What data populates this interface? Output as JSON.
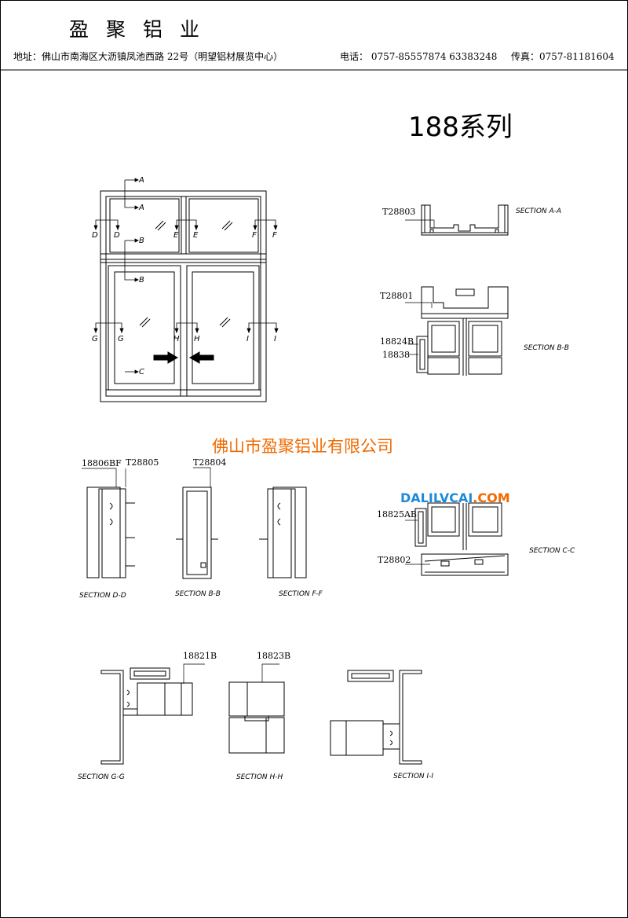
{
  "header": {
    "company": "盈聚铝业",
    "address": "地址：佛山市南海区大沥镇凤池西路 22号（明望铝材展览中心）",
    "phone": "电话：  0757-85557874   63383248",
    "fax": "传真：0757-81181604"
  },
  "series_title": "188系列",
  "watermark": "佛山市盈聚铝业有限公司",
  "website": {
    "part1": "DALILVCAI",
    "part2": ".COM"
  },
  "elevation": {
    "cut_labels": {
      "a_top": "A",
      "a_bottom": "A",
      "d_left": "D",
      "d_right": "D",
      "e_left": "E",
      "e_right": "E",
      "f_left": "F",
      "f_right": "F",
      "b_top": "B",
      "b_bottom": "B",
      "g_left": "G",
      "g_right": "G",
      "h_left": "H",
      "h_right": "H",
      "i_left": "I",
      "i_right": "I",
      "c": "C"
    }
  },
  "sections": {
    "aa": {
      "title": "SECTION A-A",
      "parts": [
        "T28803"
      ]
    },
    "bb_right": {
      "title": "SECTION B-B",
      "parts": [
        "T28801",
        "18824B",
        "18838"
      ]
    },
    "cc": {
      "title": "SECTION C-C",
      "parts": [
        "18825AB",
        "T28802"
      ]
    },
    "dd": {
      "title": "SECTION D-D",
      "parts": [
        "18806BF",
        "T28805"
      ]
    },
    "bb_mid": {
      "title": "SECTION B-B",
      "parts": [
        "T28804"
      ]
    },
    "ff": {
      "title": "SECTION F-F",
      "parts": []
    },
    "gg": {
      "title": "SECTION G-G",
      "parts": [
        "18821B"
      ]
    },
    "hh": {
      "title": "SECTION H-H",
      "parts": [
        "18823B"
      ]
    },
    "ii": {
      "title": "SECTION I-I",
      "parts": []
    }
  },
  "colors": {
    "watermark": "#f06a00",
    "site_blue": "#1f8ad8",
    "line": "#000000"
  }
}
